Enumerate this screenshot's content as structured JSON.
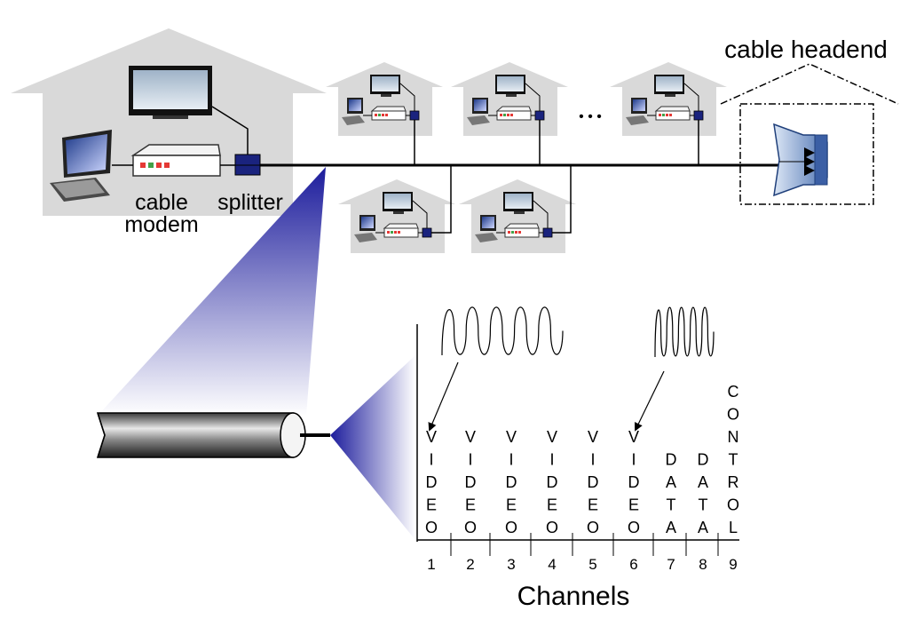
{
  "labels": {
    "cable_headend": "cable headend",
    "cable": "cable",
    "modem": "modem",
    "splitter": "splitter",
    "ellipsis": "• • •",
    "channels_title": "Channels"
  },
  "channels": [
    {
      "number": "1",
      "letters": [
        "V",
        "I",
        "D",
        "E",
        "O"
      ]
    },
    {
      "number": "2",
      "letters": [
        "V",
        "I",
        "D",
        "E",
        "O"
      ]
    },
    {
      "number": "3",
      "letters": [
        "V",
        "I",
        "D",
        "E",
        "O"
      ]
    },
    {
      "number": "4",
      "letters": [
        "V",
        "I",
        "D",
        "E",
        "O"
      ]
    },
    {
      "number": "5",
      "letters": [
        "V",
        "I",
        "D",
        "E",
        "O"
      ]
    },
    {
      "number": "6",
      "letters": [
        "V",
        "I",
        "D",
        "E",
        "O"
      ]
    },
    {
      "number": "7",
      "letters": [
        "D",
        "A",
        "T",
        "A"
      ]
    },
    {
      "number": "8",
      "letters": [
        "D",
        "A",
        "T",
        "A"
      ]
    },
    {
      "number": "9",
      "letters": [
        "C",
        "O",
        "N",
        "T",
        "R",
        "O",
        "L"
      ]
    }
  ],
  "colors": {
    "house": "#d9d9d9",
    "splitter": "#1a237e",
    "beam": "#1c1c9c",
    "modem_lights": [
      "#e53935",
      "#43a047",
      "#e53935",
      "#e53935"
    ]
  }
}
